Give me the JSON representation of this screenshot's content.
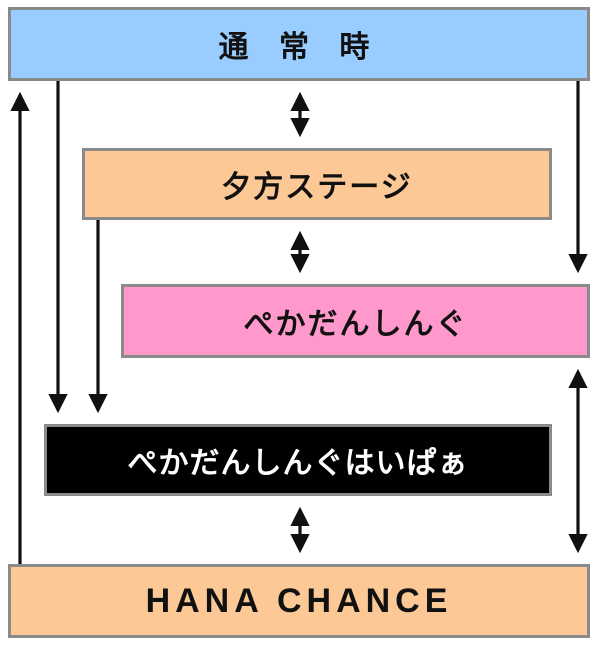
{
  "nodes": {
    "normal": {
      "label": "通 常 時",
      "color": "#99ccff"
    },
    "evening": {
      "label": "夕方ステージ",
      "color": "#fbc896"
    },
    "pekadan": {
      "label": "ぺかだんしんぐ",
      "color": "#ff99cc"
    },
    "haipa": {
      "label": "ぺかだんしんぐはいぱぁ",
      "color": "#000000"
    },
    "hana": {
      "label": "HANA CHANCE",
      "color": "#fbc896"
    }
  }
}
